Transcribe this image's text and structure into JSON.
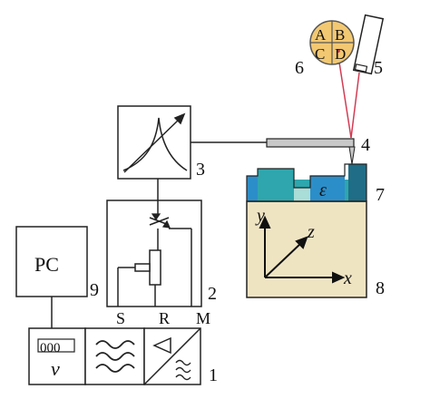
{
  "labels": {
    "n1": "1",
    "n2": "2",
    "n3": "3",
    "n4": "4",
    "n5": "5",
    "n6": "6",
    "n7": "7",
    "n8": "8",
    "n9": "9"
  },
  "pc": "PC",
  "terminals": {
    "s": "S",
    "r": "R",
    "m": "M"
  },
  "detector": {
    "a": "A",
    "b": "B",
    "c": "C",
    "d": "D"
  },
  "axes": {
    "x": "x",
    "y": "y",
    "z": "z"
  },
  "sample_symbol": "ε",
  "meter": {
    "display": "000",
    "v": "v"
  },
  "colors": {
    "laser": "#d23c54",
    "substrate": "#efe4c2",
    "film_dark": "#1f6d86",
    "film_teal": "#2fa6ad",
    "film_blue": "#2c8ec9",
    "film_light": "#a9ddd7",
    "detector_fill": "#f2c872",
    "cantilever": "#c8c8c8"
  }
}
